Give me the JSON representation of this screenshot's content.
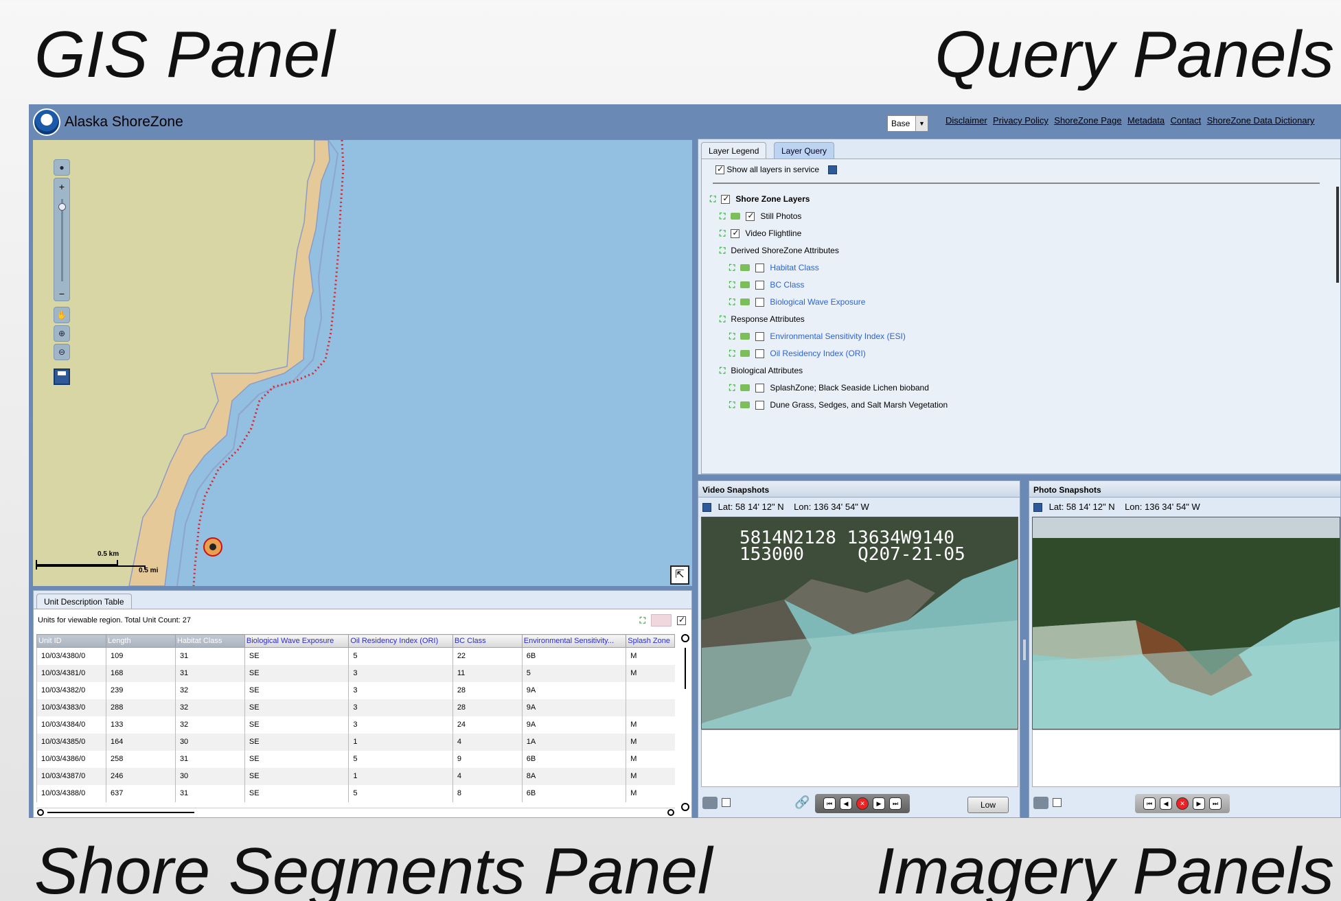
{
  "captions": {
    "gis": "GIS Panel",
    "query": "Query Panels",
    "shore": "Shore Segments Panel",
    "imagery": "Imagery Panels"
  },
  "app": {
    "title": "Alaska ShoreZone",
    "logo_icon": "noaa-logo",
    "basemap": "Base",
    "links": [
      "Disclaimer",
      "Privacy Policy",
      "ShoreZone Page",
      "Metadata",
      "Contact",
      "ShoreZone Data Dictionary"
    ]
  },
  "map": {
    "colors": {
      "water": "#93bfe0",
      "land": "#d9d6a6",
      "unit": "#e6c999",
      "flightline": "#e0242b"
    },
    "scale_km": "0.5 km",
    "scale_mi": "0.5 mi"
  },
  "unit_table": {
    "tab": "Unit Description Table",
    "summary": "Units for viewable region. Total Unit Count: 27",
    "columns": [
      "Unit ID",
      "Length",
      "Habitat Class",
      "Biological Wave Exposure",
      "Oil Residency Index (ORI)",
      "BC Class",
      "Environmental Sensitivity...",
      "Splash Zone"
    ],
    "rows": [
      [
        "10/03/4380/0",
        "109",
        "31",
        "SE",
        "5",
        "22",
        "6B",
        "M"
      ],
      [
        "10/03/4381/0",
        "168",
        "31",
        "SE",
        "3",
        "11",
        "5",
        "M"
      ],
      [
        "10/03/4382/0",
        "239",
        "32",
        "SE",
        "3",
        "28",
        "9A",
        ""
      ],
      [
        "10/03/4383/0",
        "288",
        "32",
        "SE",
        "3",
        "28",
        "9A",
        ""
      ],
      [
        "10/03/4384/0",
        "133",
        "32",
        "SE",
        "3",
        "24",
        "9A",
        "M"
      ],
      [
        "10/03/4385/0",
        "164",
        "30",
        "SE",
        "1",
        "4",
        "1A",
        "M"
      ],
      [
        "10/03/4386/0",
        "258",
        "31",
        "SE",
        "5",
        "9",
        "6B",
        "M"
      ],
      [
        "10/03/4387/0",
        "246",
        "30",
        "SE",
        "1",
        "4",
        "8A",
        "M"
      ],
      [
        "10/03/4388/0",
        "637",
        "31",
        "SE",
        "5",
        "8",
        "6B",
        "M"
      ]
    ]
  },
  "layers": {
    "tabs": [
      "Layer Legend",
      "Layer Query"
    ],
    "show_all": "Show all layers in service",
    "items": [
      {
        "label": "Shore Zone Layers",
        "level": 0,
        "checked": true,
        "folder": false,
        "link": false,
        "bold": true
      },
      {
        "label": "Still Photos",
        "level": 1,
        "checked": true,
        "folder": true,
        "link": false,
        "bold": false
      },
      {
        "label": "Video Flightline",
        "level": 1,
        "checked": true,
        "folder": false,
        "link": false,
        "bold": false
      },
      {
        "label": "Derived ShoreZone Attributes",
        "level": 1,
        "checked": null,
        "folder": false,
        "link": false,
        "bold": false
      },
      {
        "label": "Habitat Class",
        "level": 2,
        "checked": false,
        "folder": true,
        "link": true,
        "bold": false
      },
      {
        "label": "BC Class",
        "level": 2,
        "checked": false,
        "folder": true,
        "link": true,
        "bold": false
      },
      {
        "label": "Biological Wave Exposure",
        "level": 2,
        "checked": false,
        "folder": true,
        "link": true,
        "bold": false
      },
      {
        "label": "Response Attributes",
        "level": 1,
        "checked": null,
        "folder": false,
        "link": false,
        "bold": false
      },
      {
        "label": "Environmental Sensitivity Index (ESI)",
        "level": 2,
        "checked": false,
        "folder": true,
        "link": true,
        "bold": false
      },
      {
        "label": "Oil Residency Index (ORI)",
        "level": 2,
        "checked": false,
        "folder": true,
        "link": true,
        "bold": false
      },
      {
        "label": "Biological Attributes",
        "level": 1,
        "checked": null,
        "folder": false,
        "link": false,
        "bold": false
      },
      {
        "label": "SplashZone; Black Seaside Lichen bioband",
        "level": 2,
        "checked": false,
        "folder": true,
        "link": false,
        "bold": false
      },
      {
        "label": "Dune Grass, Sedges, and Salt Marsh Vegetation",
        "level": 2,
        "checked": false,
        "folder": true,
        "link": false,
        "bold": false
      }
    ]
  },
  "video": {
    "title": "Video Snapshots",
    "lat": "Lat: 58 14' 12\" N",
    "lon": "Lon: 136 34' 54\" W",
    "overlay_line1": "5814N2128 13634W9140",
    "overlay_line2": "153000     Q207-21-05",
    "quality": "Low"
  },
  "photo": {
    "title": "Photo Snapshots",
    "lat": "Lat: 58 14' 12\" N",
    "lon": "Lon: 136 34' 54\" W"
  },
  "player_buttons": [
    "first",
    "previous",
    "stop",
    "next",
    "last"
  ]
}
